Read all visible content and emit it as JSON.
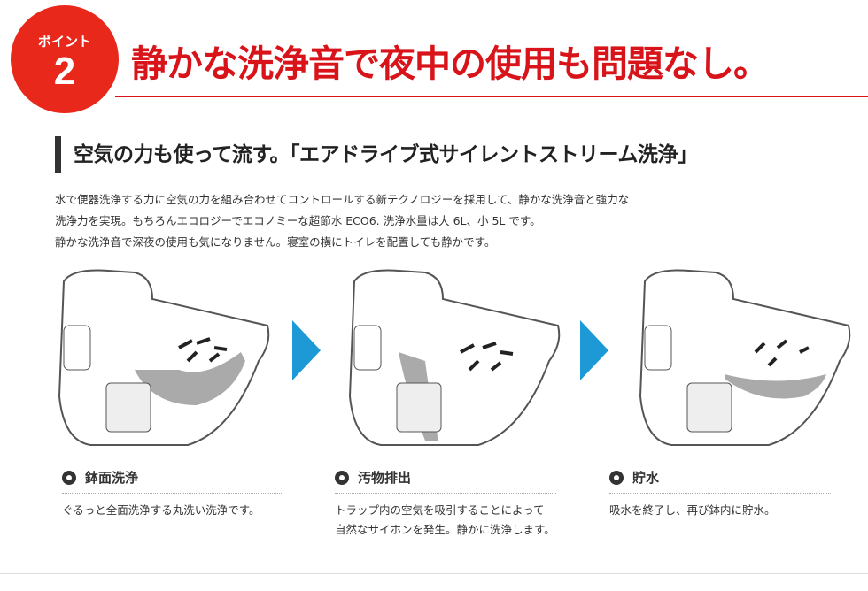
{
  "badge": {
    "label": "ポイント",
    "number": "2"
  },
  "title": "静かな洗浄音で夜中の使用も問題なし。",
  "subheading": "空気の力も使って流す。「エアドライブ式サイレントストリーム洗浄」",
  "paragraph": [
    "水で便器洗浄する力に空気の力を組み合わせてコントロールする新テクノロジーを採用して、静かな洗浄音と強力な",
    "洗浄力を実現。もちろんエコロジーでエコノミーな超節水 ECO6.  洗浄水量は大 6L、小 5L です。",
    "静かな洗浄音で深夜の使用も気になりません。寝室の横にトイレを配置しても静かです。"
  ],
  "steps": [
    {
      "title": "鉢面洗浄",
      "desc": [
        "ぐるっと全面洗浄する丸洗い洗浄です。"
      ]
    },
    {
      "title": "汚物排出",
      "desc": [
        "トラップ内の空気を吸引することによって",
        "自然なサイホンを発生。静かに洗浄します。"
      ]
    },
    {
      "title": "貯水",
      "desc": [
        "吸水を終了し、再び鉢内に貯水。"
      ]
    }
  ],
  "colors": {
    "accent": "#d8141a",
    "arrow": "#1d9ad6"
  }
}
